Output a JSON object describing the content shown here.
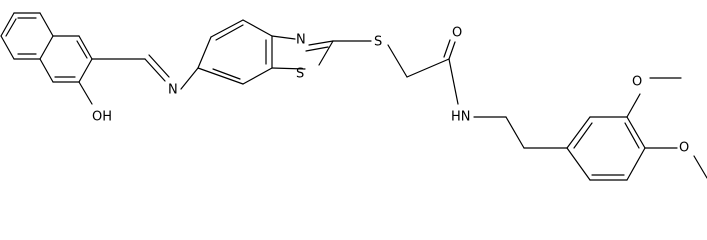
{
  "labels": {
    "n_imine": "N",
    "n_thiazole": "N",
    "s_ring": "S",
    "s_thioether": "S",
    "o_carbonyl": "O",
    "nh": "HN",
    "oh": "OH",
    "o_methoxy_top": "O",
    "o_methoxy_bottom": "O"
  }
}
